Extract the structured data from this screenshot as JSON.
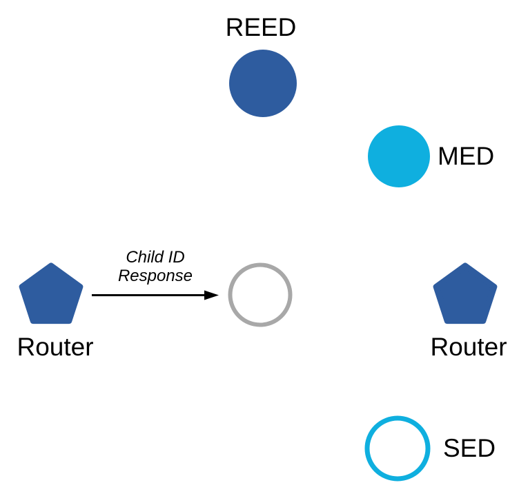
{
  "colors": {
    "router_blue": "#2E5C9F",
    "device_cyan": "#0FAFDF",
    "inactive_gray": "#A8A8A8",
    "arrow_black": "#000000",
    "empty_fill": "#FFFFFF"
  },
  "nodes": {
    "reed": {
      "label": "REED",
      "shape": "filled-circle"
    },
    "med": {
      "label": "MED",
      "shape": "filled-circle"
    },
    "joining_device": {
      "label": "",
      "shape": "outlined-circle"
    },
    "router_left": {
      "label": "Router",
      "shape": "pentagon"
    },
    "router_right": {
      "label": "Router",
      "shape": "pentagon"
    },
    "sed": {
      "label": "SED",
      "shape": "outlined-circle"
    }
  },
  "arrow": {
    "label_line1": "Child ID",
    "label_line2": "Response"
  }
}
